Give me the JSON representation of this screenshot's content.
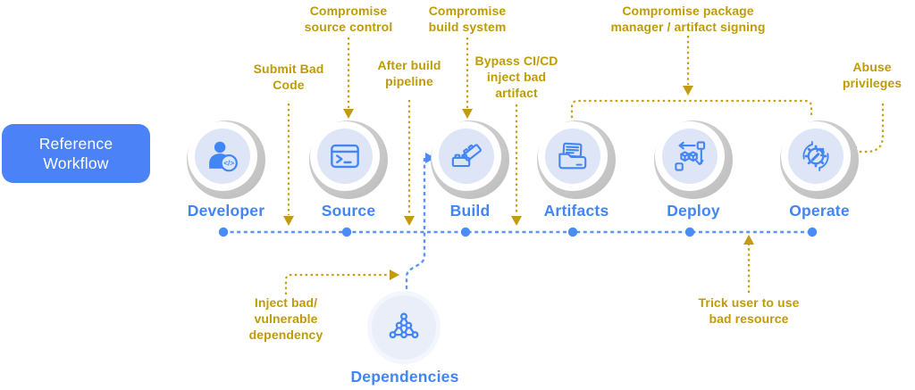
{
  "title": "Reference Workflow supply chain threat diagram",
  "colors": {
    "gold_text": "#bf9b06",
    "gold_line": "#c6a014",
    "blue_text": "#4285f4",
    "blue_line": "#5b93f7",
    "node_inner": "#dde5f7",
    "node_shadow": "#c9c9c9",
    "button_blue": "#4c82f7",
    "dependencies_circle": "#e9eef9"
  },
  "reference": {
    "line1": "Reference",
    "line2": "Workflow"
  },
  "nodes": [
    {
      "label": "Developer",
      "icon": "developer-icon"
    },
    {
      "label": "Source",
      "icon": "source-terminal-icon"
    },
    {
      "label": "Build",
      "icon": "build-bricks-icon"
    },
    {
      "label": "Artifacts",
      "icon": "artifacts-folder-icon"
    },
    {
      "label": "Deploy",
      "icon": "deploy-boxes-icon"
    },
    {
      "label": "Operate",
      "icon": "operate-gear-wrench-icon"
    },
    {
      "label": "Dependencies",
      "icon": "dependencies-network-icon"
    }
  ],
  "threats": [
    {
      "id": "compromise-source-control",
      "lines": [
        "Compromise",
        "source control"
      ]
    },
    {
      "id": "compromise-build-system",
      "lines": [
        "Compromise",
        "build system"
      ]
    },
    {
      "id": "compromise-package-manager",
      "lines": [
        "Compromise package",
        "manager / artifact signing"
      ]
    },
    {
      "id": "submit-bad-code",
      "lines": [
        "Submit Bad",
        "Code"
      ]
    },
    {
      "id": "after-build-pipeline",
      "lines": [
        "After build",
        "pipeline"
      ]
    },
    {
      "id": "bypass-cicd-inject",
      "lines": [
        "Bypass CI/CD",
        "inject bad",
        "artifact"
      ]
    },
    {
      "id": "abuse-privileges",
      "lines": [
        "Abuse",
        "privileges"
      ]
    },
    {
      "id": "inject-bad-dependency",
      "lines": [
        "Inject bad/",
        "vulnerable",
        "dependency"
      ]
    },
    {
      "id": "trick-user",
      "lines": [
        "Trick user to use",
        "bad resource"
      ]
    }
  ]
}
